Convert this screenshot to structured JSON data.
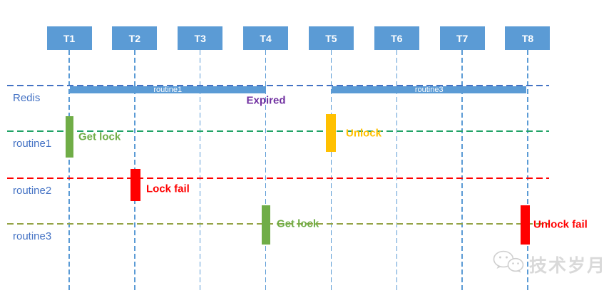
{
  "columns": [
    "T1",
    "T2",
    "T3",
    "T4",
    "T5",
    "T6",
    "T7",
    "T8"
  ],
  "rows": [
    {
      "id": "redis",
      "label": "Redis",
      "line_color": "#4472C4"
    },
    {
      "id": "routine1",
      "label": "routine1",
      "line_color": "#21A366"
    },
    {
      "id": "routine2",
      "label": "routine2",
      "line_color": "#FF0000"
    },
    {
      "id": "routine3",
      "label": "routine3",
      "line_color": "#94A346"
    }
  ],
  "redis_bars": [
    {
      "label": "routine1",
      "from_col": 0,
      "to_col": 3
    },
    {
      "label": "routine3",
      "from_col": 4,
      "to_col": 7
    }
  ],
  "events": [
    {
      "row": "routine1",
      "col": 0,
      "color": "green",
      "caption": "Get lock",
      "slug": "get-lock"
    },
    {
      "row": "routine1",
      "col": 4,
      "color": "yellow",
      "caption": "Unlock",
      "slug": "unlock"
    },
    {
      "row": "routine2",
      "col": 1,
      "color": "red",
      "caption": "Lock fail",
      "slug": "lock-fail"
    },
    {
      "row": "routine3",
      "col": 3,
      "color": "green",
      "caption": "Get lock",
      "slug": "get-lock"
    },
    {
      "row": "routine3",
      "col": 7,
      "color": "red",
      "caption": "Unlock fail",
      "slug": "unlock-fail"
    }
  ],
  "annotations": [
    {
      "text": "Expired",
      "color": "#7030A0"
    }
  ],
  "watermark": {
    "text": "技术岁月",
    "icon": "wechat-icon"
  },
  "colors": {
    "header_blue": "#5B9BD5",
    "redis_bar_blue": "#5B9BD5",
    "label_blue": "#4472C4",
    "grid_blue": "#5B9BD5",
    "green": "#70AD47",
    "yellow": "#FFC000",
    "red": "#FF0000",
    "purple": "#7030A0",
    "watermark_gray": "#D6D6D6"
  }
}
